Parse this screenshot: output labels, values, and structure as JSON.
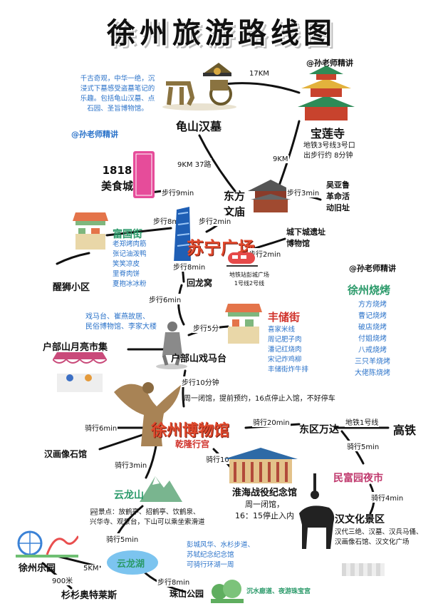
{
  "title": "徐州旅游路线图",
  "watermark": "@孙老师精讲",
  "nodes": {
    "guishan": "龟山汉墓",
    "baolian": "宝莲寺",
    "baolian_info": [
      "地铁3号线3号口",
      "出步行约 8分钟"
    ],
    "shiba": [
      "1818",
      "美食城"
    ],
    "dongfang": [
      "东方",
      "文庙"
    ],
    "jieming": [
      "吴亚鲁",
      "革命活",
      "动旧址"
    ],
    "fuguo": "富国街",
    "suning": "苏宁广场",
    "chengxia": [
      "城下城遗址",
      "博物馆"
    ],
    "subway_station": [
      "地铁站彭城广场",
      "1号线2号线"
    ],
    "xingshi": "醒狮小区",
    "huilong": "回龙窝",
    "fengchu": "丰储街",
    "hubu_xiansheng": "户部山月亮市集",
    "hubu_xima": "户部山戏马台",
    "museum": "徐州博物馆",
    "qianlong": "乾隆行宫",
    "dongqu": "东区万达",
    "gaotie": "高铁",
    "hanhua": "汉画像石馆",
    "huaihai": "淮海战役纪念馆",
    "huaihai_info": [
      "周一闭馆，",
      "16：15停止入内"
    ],
    "minfu": "民富园夜市",
    "hanwenhua": "汉文化景区",
    "hanwenhua_info": [
      "汉代三绝、汉墓、汉兵马俑、",
      "汉画像石馆、汉文化广场"
    ],
    "yunlongshan": "云龙山",
    "yunlonghu": "云龙湖",
    "lehuo": "徐州乐园",
    "shanshan": "杉杉奥特莱斯",
    "zhushan": "珠山公园",
    "shaoji_title": "徐州烧烤"
  },
  "routes": {
    "r_17km": "17KM",
    "r_9km_37": "9KM  37路",
    "r_9km": "9KM",
    "walk_9": "步行9min",
    "walk_3": "步行3min",
    "walk_8a": "步行8min",
    "walk_2a": "步行2min",
    "walk_2b": "步行2min",
    "walk_8b": "步行8min",
    "walk_6": "步行6min",
    "walk_5": "步行5分",
    "walk_10": "步行10分钟",
    "museum_note": "周一闭馆，提前预约，16点停止入馆，不好停车",
    "ride_6": "骑行6min",
    "ride_20": "骑行20min",
    "metro_1": "地铁1号线",
    "ride_10": "骑行10min",
    "ride_5a": "骑行5min",
    "ride_3": "骑行3min",
    "ride_4": "骑行4min",
    "ride_5b": "骑行5min",
    "km_5": "5KM",
    "m_900": "900米",
    "walk_8c": "步行8min"
  },
  "guishan_desc": [
    "千古奇观，中华一绝，沉",
    "浸式下墓感受盗墓笔记的",
    "乐趣。包括龟山汉墓、点",
    "石园、圣旨博物馆。"
  ],
  "fuguo_list": [
    "老郑烤肉筋",
    "张记油泼鸭",
    "笑笑凉皮",
    "里脊肉饼",
    "夏抱冰冰粉"
  ],
  "huilong_list": [
    "戏马台、崔燕故居、",
    "民俗博物馆、李家大楼"
  ],
  "fengchu_list": [
    "喜家米线",
    "周记肥子肉",
    "潘记红烧肉",
    "宋记炸鸡柳",
    "丰储街炸牛排"
  ],
  "shaoji_list": [
    "方方烧烤",
    "曹记烧烤",
    "破店烧烤",
    "付姐烧烤",
    "八戒烧烤",
    "三只羊烧烤",
    "大佬陈烧烤"
  ],
  "yunlongshan_desc": [
    "🏞景点：放鹤亭、招鹤亭、饮鹤泉、",
    "兴华寺、观景台，下山可以乘坐索滑道"
  ],
  "yunlonghu_desc": [
    "彭城风华、水杉步道、",
    "苏轼纪念纪念馆",
    "可骑行环湖一周"
  ],
  "zhushan_desc": "沉水廊道、夜游珠宝宫",
  "colors": {
    "accent_red": "#e0482c",
    "blue": "#2a72c9",
    "green": "#2b9a6a"
  }
}
